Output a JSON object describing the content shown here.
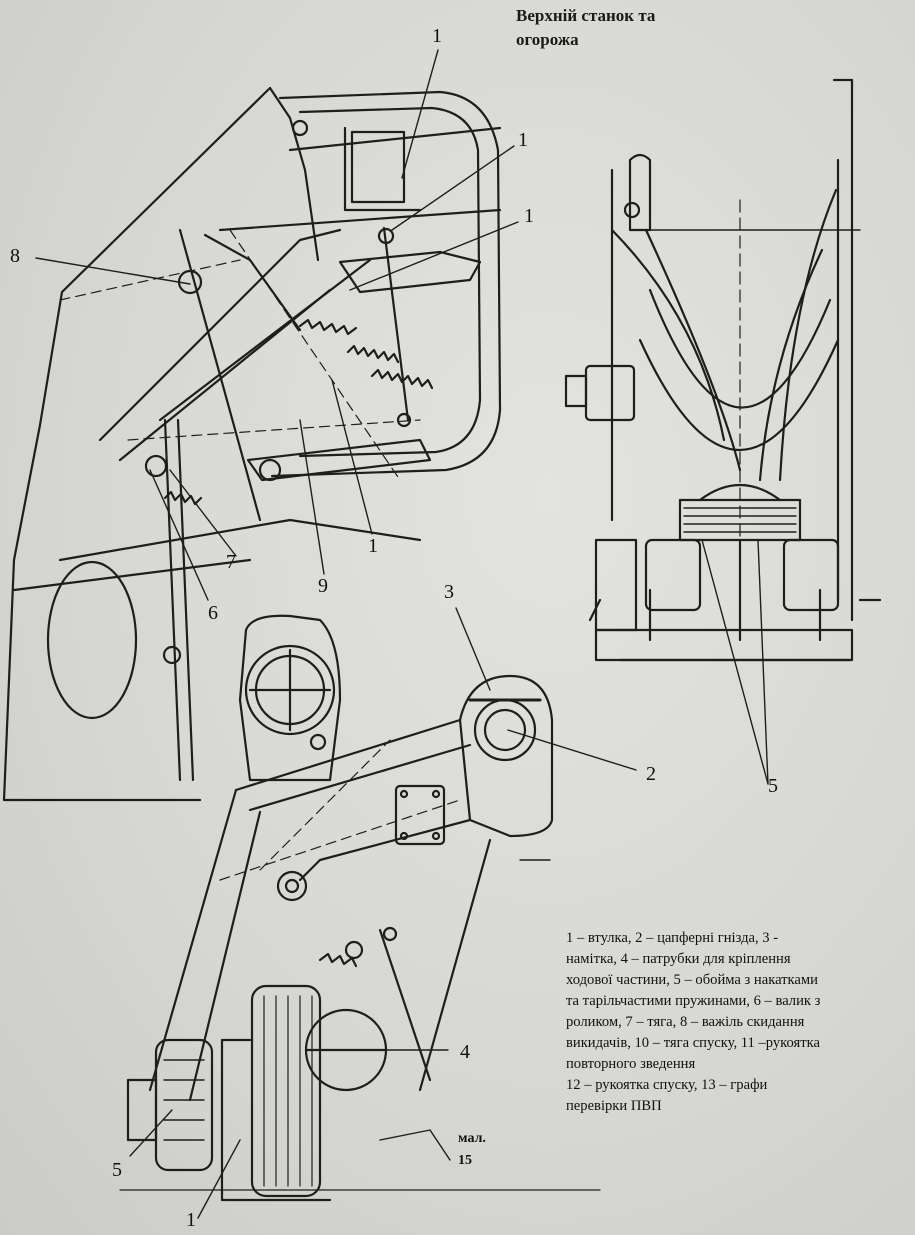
{
  "title": "Верхній станок та\nогорожа",
  "labels": {
    "l1a": "1",
    "l1b": "1",
    "l1c": "1",
    "l1d": "1",
    "l1e": "1",
    "l2": "2",
    "l3": "3",
    "l4": "4",
    "l5a": "5",
    "l5b": "5",
    "l6": "6",
    "l7": "7",
    "l8": "8",
    "l9": "9"
  },
  "legend": "1 – втулка, 2 – цапферні гнізда, 3 -\nнамітка, 4 – патрубки для кріплення\nходової частини, 5 –  обойма з накатками\nта тарільчастими пружинами,  6 – валик з\nроликом, 7 – тяга, 8 – важіль скидання\nвикидачів, 10 –  тяга спуску, 11 –рукоятка\nповторного зведення\n12 – рукоятка спуску, 13 – графи\nперевірки ПВП",
  "figure_number": "мал.\n15"
}
